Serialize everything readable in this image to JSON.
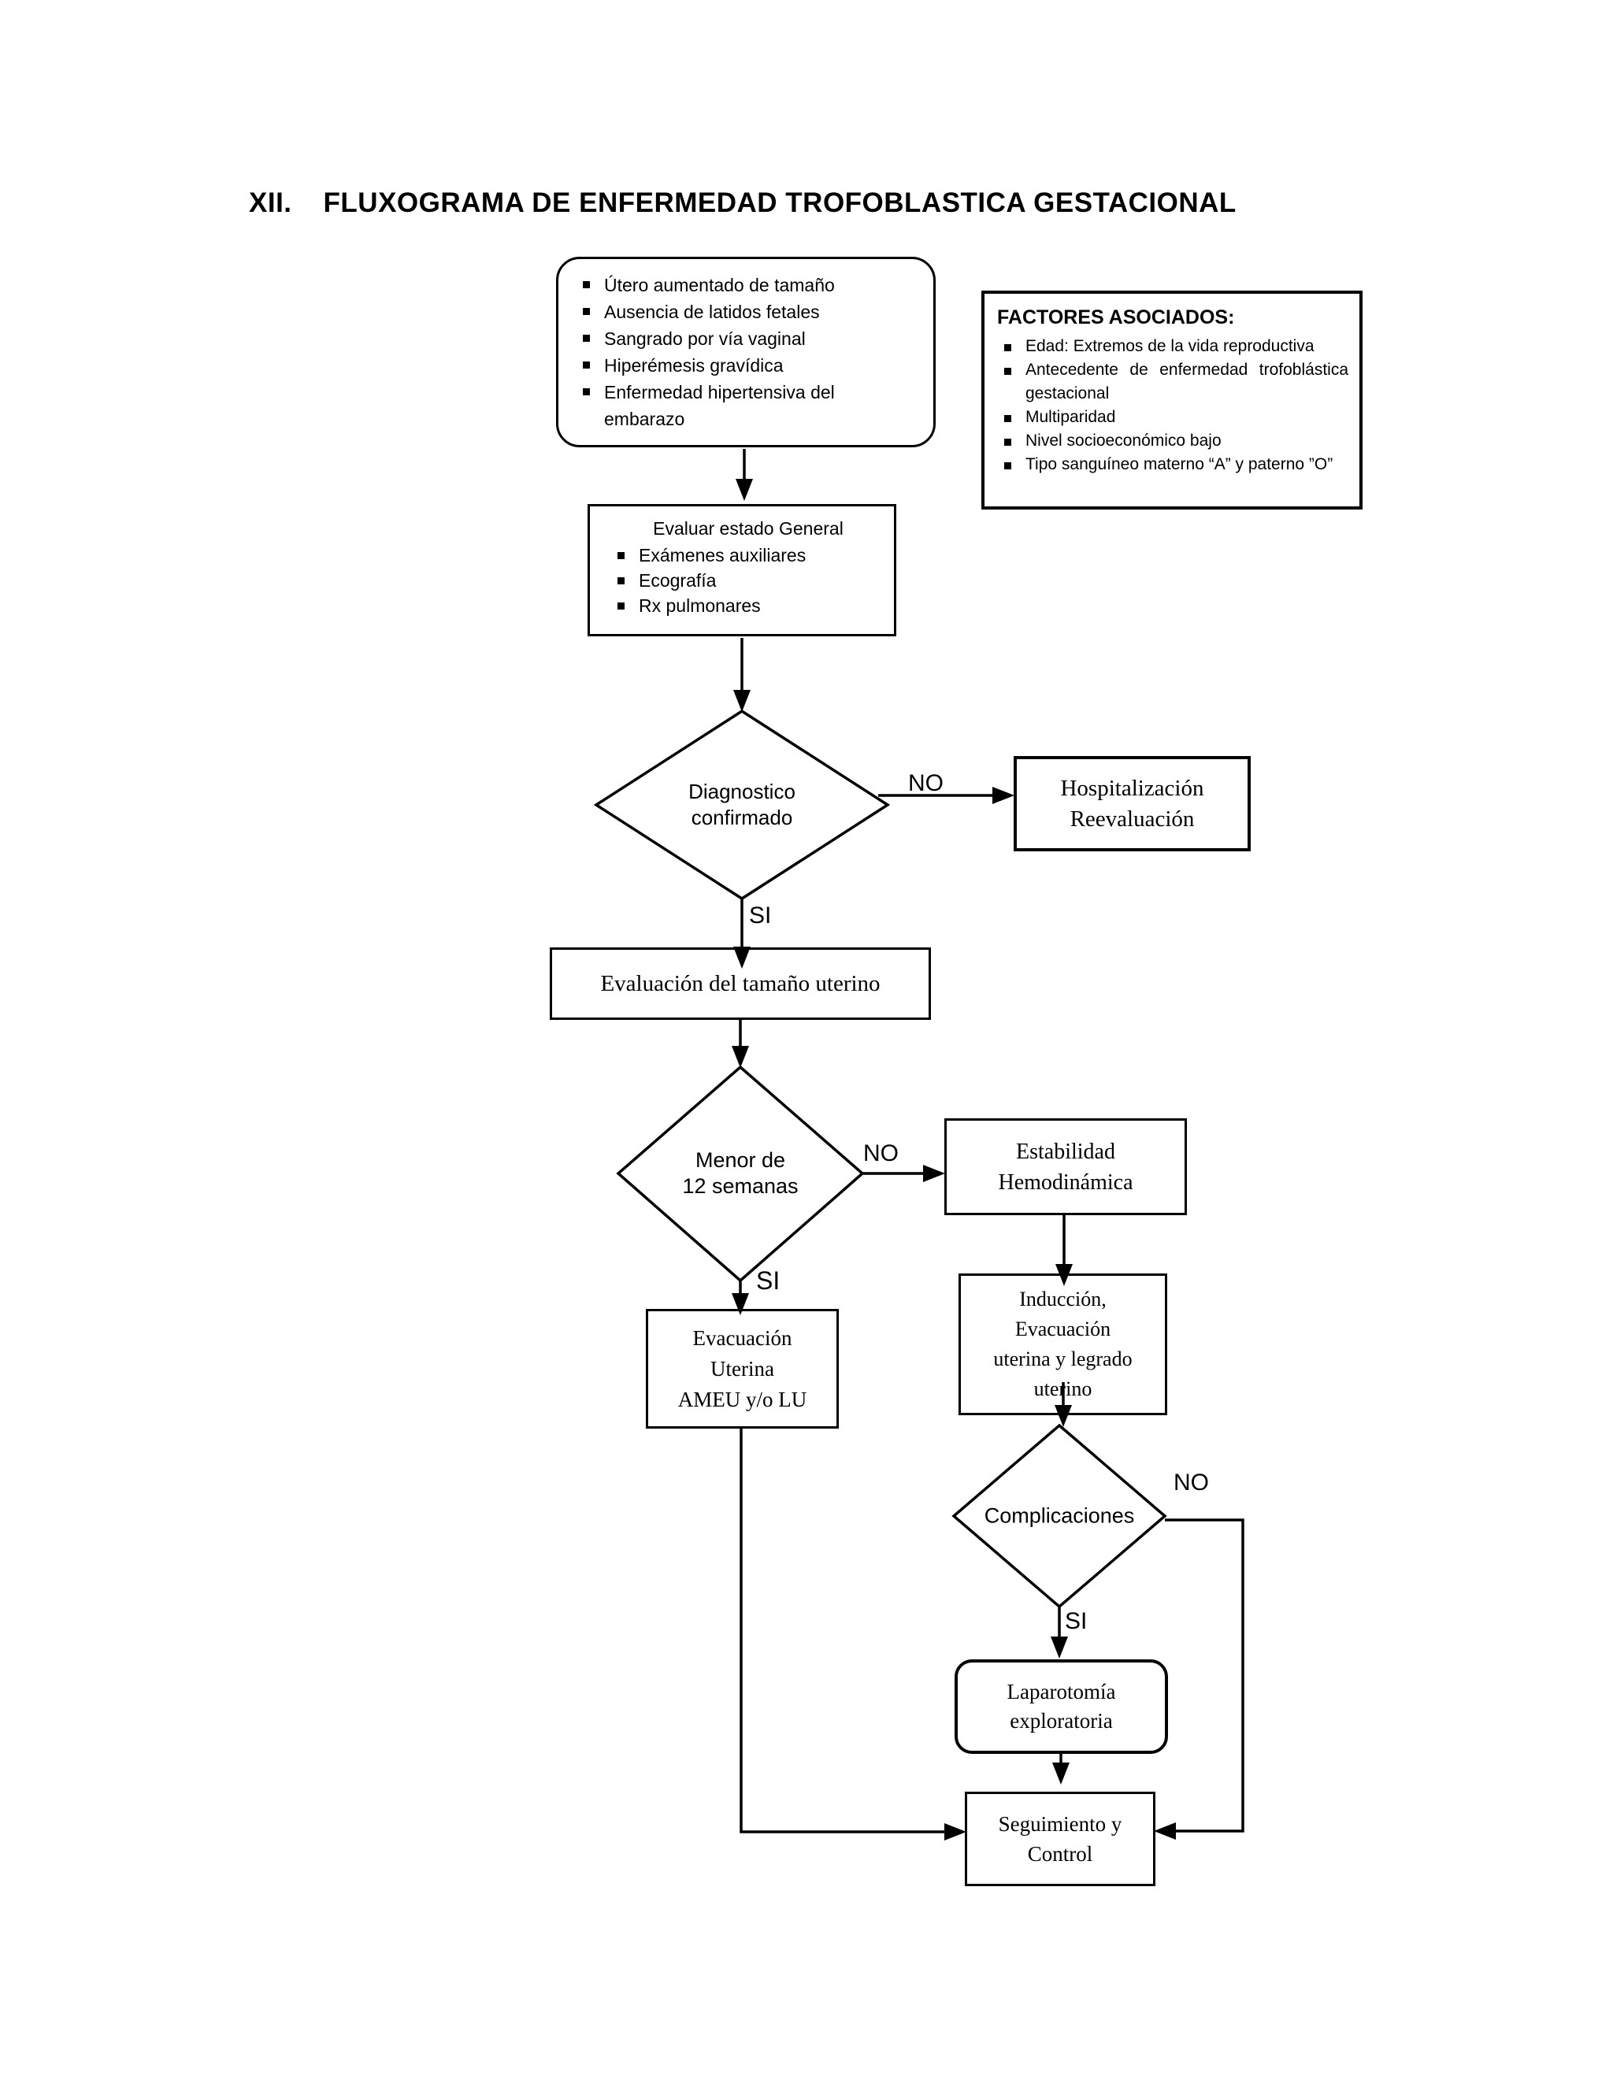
{
  "title": {
    "numeral": "XII.",
    "text": "FLUXOGRAMA  DE ENFERMEDAD TROFOBLASTICA GESTACIONAL"
  },
  "labels": {
    "si": "SI",
    "no": "NO"
  },
  "nodes": {
    "symptoms": {
      "items": [
        "Útero aumentado de tamaño",
        "Ausencia de latidos fetales",
        "Sangrado por vía vaginal",
        "Hiperémesis gravídica",
        "Enfermedad hipertensiva del\nembarazo"
      ]
    },
    "factores": {
      "heading": "FACTORES ASOCIADOS:",
      "items": [
        "Edad: Extremos de la vida reproductiva",
        "Antecedente de enfermedad trofoblástica gestacional",
        "Multiparidad",
        "Nivel socioeconómico bajo",
        "Tipo sanguíneo materno “A” y paterno ”O”"
      ]
    },
    "evaluar": {
      "heading": "Evaluar estado General",
      "items": [
        "Exámenes auxiliares",
        "Ecografía",
        "Rx pulmonares"
      ]
    },
    "diagnostico": {
      "text": "Diagnostico\nconfirmado"
    },
    "hospitalizacion": {
      "text": "Hospitalización\nReevaluación"
    },
    "eval_tamano": {
      "text": "Evaluación del tamaño uterino"
    },
    "menor12": {
      "text": "Menor de\n12 semanas"
    },
    "estabilidad": {
      "text": "Estabilidad\nHemodinámica"
    },
    "evacuacion": {
      "text": "Evacuación\nUterina\nAMEU y/o LU"
    },
    "induccion": {
      "text": "Inducción,\nEvacuación\nuterina y legrado\nuterino"
    },
    "complicaciones": {
      "text": "Complicaciones"
    },
    "laparotomia": {
      "text": "Laparotomía\nexploratoria"
    },
    "seguimiento": {
      "text": "Seguimiento y\nControl"
    }
  }
}
